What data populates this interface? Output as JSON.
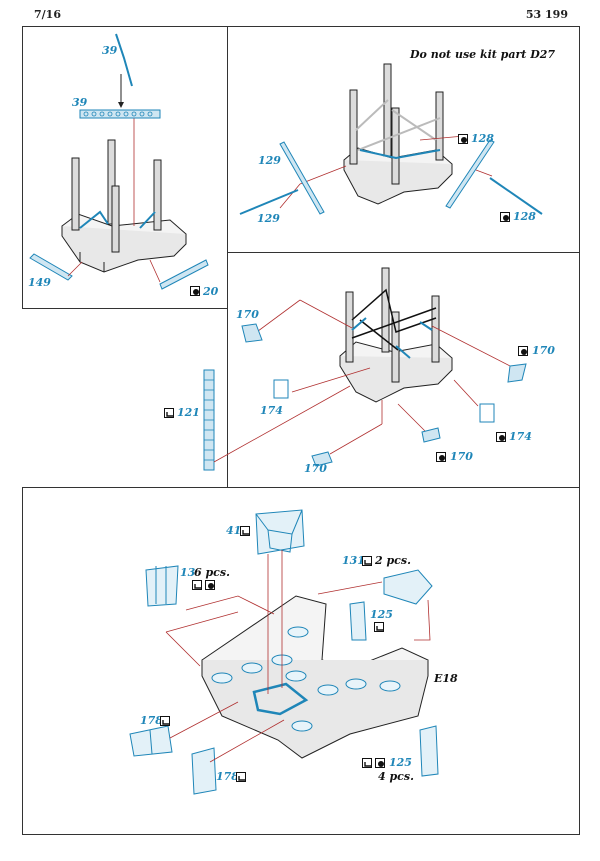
{
  "header": {
    "page": "7/16",
    "set_number": "53 199"
  },
  "colors": {
    "etch_blue": "#1f86b8",
    "line": "#222222",
    "red_leader": "#b03030"
  },
  "step1": {
    "labels": [
      "39",
      "39",
      "149",
      "20"
    ],
    "icons": [
      "fold-icon"
    ]
  },
  "step2": {
    "note": "Do not use kit part D27",
    "labels": [
      "129",
      "129",
      "128",
      "128"
    ],
    "icons": [
      "fold-icon",
      "fold-icon"
    ]
  },
  "step3": {
    "labels": [
      "170",
      "174",
      "121",
      "170",
      "170",
      "174",
      "170"
    ],
    "icons": [
      "fold-icon",
      "bend-icon",
      "fold-icon",
      "fold-icon"
    ]
  },
  "step4": {
    "labels": {
      "p41": "41",
      "p13": "13",
      "p13_qty": "6 pcs.",
      "p131": "131",
      "p131_qty": "2 pcs.",
      "p125a": "125",
      "e18": "E18",
      "p178a": "178",
      "p178b": "178",
      "p125b": "125",
      "p125b_qty": "4 pcs."
    },
    "icons": [
      "bend-icon",
      "bend-icon",
      "fold-icon",
      "bend-icon",
      "bend-icon",
      "bend-icon",
      "bend-icon",
      "bend-icon",
      "fold-icon"
    ]
  }
}
